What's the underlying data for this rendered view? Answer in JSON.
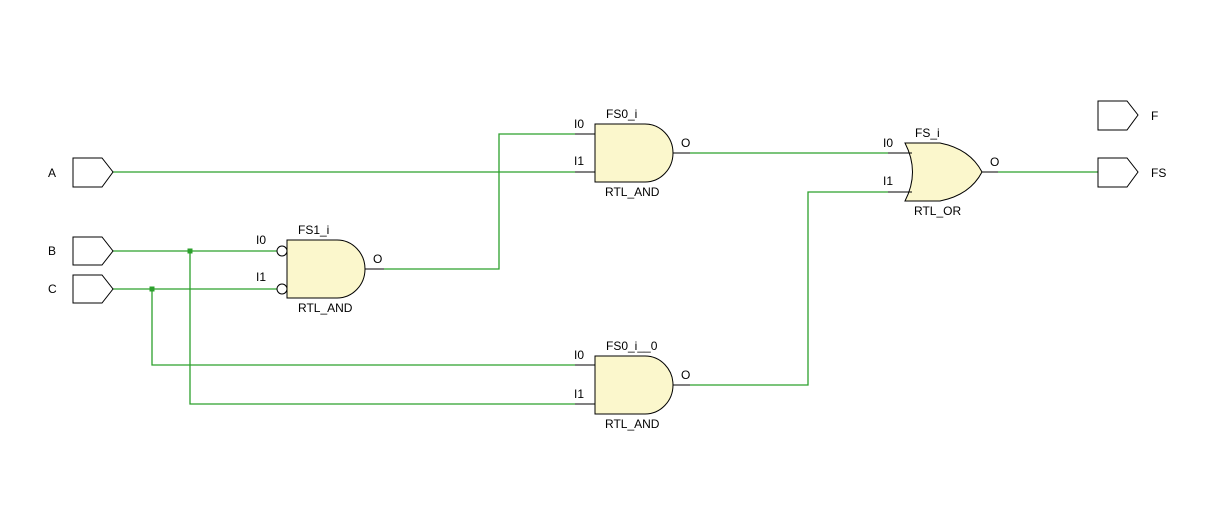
{
  "colors": {
    "wire": "#2ca02c",
    "gate_fill": "#fbf7cc",
    "outline": "#000000",
    "background": "#ffffff"
  },
  "ports": {
    "A": "A",
    "B": "B",
    "C": "C",
    "F": "F",
    "FS": "FS"
  },
  "gates": {
    "fs1": {
      "instance": "FS1_i",
      "type": "RTL_AND",
      "in0": "I0",
      "in1": "I1",
      "out": "O"
    },
    "fs0": {
      "instance": "FS0_i",
      "type": "RTL_AND",
      "in0": "I0",
      "in1": "I1",
      "out": "O"
    },
    "fs0_0": {
      "instance": "FS0_i__0",
      "type": "RTL_AND",
      "in0": "I0",
      "in1": "I1",
      "out": "O"
    },
    "fs": {
      "instance": "FS_i",
      "type": "RTL_OR",
      "in0": "I0",
      "in1": "I1",
      "out": "O"
    }
  }
}
